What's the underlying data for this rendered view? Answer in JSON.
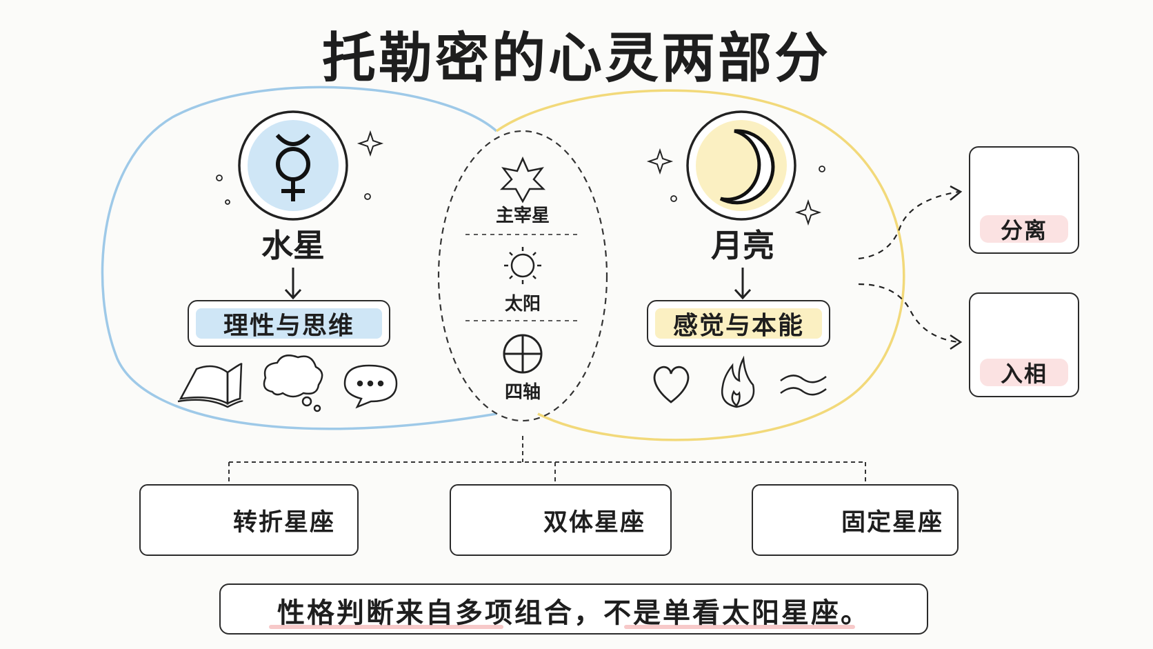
{
  "title": "托勒密的心灵两部分",
  "left": {
    "planet": "水星",
    "trait": "理性与思维",
    "colors": {
      "outline": "#9ec9e8",
      "fill": "#cfe6f6"
    },
    "icons": [
      "book-icon",
      "thought-cloud-icon",
      "speech-bubble-icon"
    ]
  },
  "right": {
    "planet": "月亮",
    "trait": "感觉与本能",
    "colors": {
      "outline": "#f2d97a",
      "fill": "#fbf0c2"
    },
    "icons": [
      "heart-icon",
      "flame-icon",
      "wave-icon"
    ]
  },
  "center": {
    "items": [
      {
        "label": "主宰星",
        "icon": "star-icon"
      },
      {
        "label": "太阳",
        "icon": "sun-icon"
      },
      {
        "label": "四轴",
        "icon": "cross-circle-icon"
      }
    ]
  },
  "side": [
    {
      "label": "分离",
      "icon": "split-moon-icon"
    },
    {
      "label": "入相",
      "icon": "full-moon-icon"
    }
  ],
  "modes": [
    {
      "label": "转折星座",
      "icon": "turn-arrow-icon"
    },
    {
      "label": "双体星座",
      "icon": "two-people-icon"
    },
    {
      "label": "固定星座",
      "icon": "square-icon"
    }
  ],
  "conclusion": "性格判断来自多项组合，不是单看太阳星座。",
  "accent_pink": "#fbe2e2"
}
